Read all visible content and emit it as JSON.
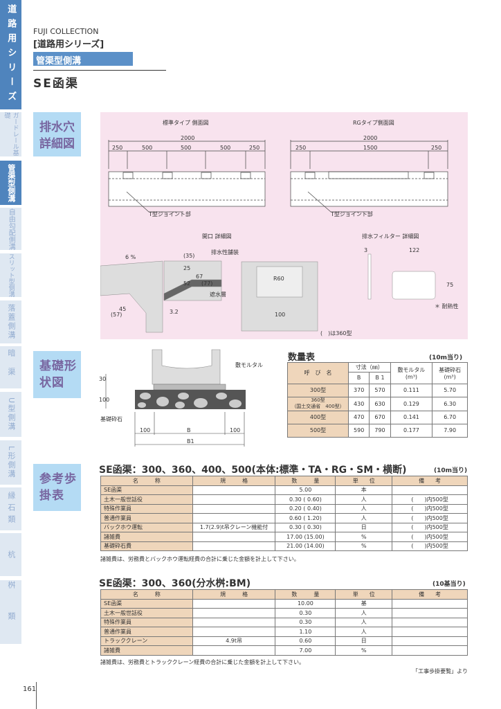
{
  "sidebar": {
    "tabs": [
      "道路用シリーズ",
      "ガードレール基礎",
      "管渠型側溝",
      "自由勾配側溝",
      "スリット型側溝",
      "落蓋側溝",
      "暗渠",
      "U型側溝",
      "L形側溝",
      "縁石類",
      "杭",
      "桝類"
    ]
  },
  "header": {
    "collection": "FUJI COLLECTION",
    "series": "[道路用シリーズ]",
    "category": "管渠型側溝",
    "title": "SE函渠"
  },
  "sections": {
    "drain": "排水穴詳細図",
    "foundation": "基礎形状図",
    "reference": "参考歩掛表"
  },
  "drain_panel": {
    "std_title": "標準タイプ 側面図",
    "rg_title": "RGタイプ側面図",
    "std_total": "2000",
    "std_dims": [
      "250",
      "500",
      "500",
      "500",
      "250"
    ],
    "rg_total": "2000",
    "rg_dims": [
      "250",
      "1500",
      "250"
    ],
    "joint": "T型ジョイント部",
    "opening_title": "開口 詳細図",
    "filter_title": "排水フィルター 詳細図",
    "slope": "6 %",
    "pave": "排水性舗装",
    "waterproof": "遮水層",
    "d35": "(35)",
    "d25": "25",
    "d67": "67",
    "d77": "(77)",
    "d52": "52",
    "d32": "3.2",
    "d45": "45",
    "d57": "(57)",
    "r60": "R60",
    "w100": "100",
    "f3": "3",
    "f122": "122",
    "f75": "75",
    "heat": "＊ 耐熱性",
    "note360": "(　)は360型"
  },
  "foundation": {
    "mortar": "敷モルタル",
    "gravel": "基礎砕石",
    "h30": "30",
    "h100": "100",
    "w100a": "100",
    "wB": "B",
    "w100b": "100",
    "wB1": "B1"
  },
  "qty": {
    "title": "数量表",
    "per": "(10m当り)",
    "h_name": "呼　び　名",
    "h_dim": "寸法（㎜）",
    "h_B": "B",
    "h_B1": "B 1",
    "h_mortar": "敷モルタル",
    "h_mortar_u": "(m³)",
    "h_gravel": "基礎砕石",
    "h_gravel_u": "(m³)",
    "rows": [
      {
        "name": "300型",
        "B": "370",
        "B1": "570",
        "m": "0.111",
        "g": "5.70"
      },
      {
        "name": "360型",
        "sub": "（国土交通省　400型）",
        "B": "430",
        "B1": "630",
        "m": "0.129",
        "g": "6.30"
      },
      {
        "name": "400型",
        "B": "470",
        "B1": "670",
        "m": "0.141",
        "g": "6.70"
      },
      {
        "name": "500型",
        "B": "590",
        "B1": "790",
        "m": "0.177",
        "g": "7.90"
      }
    ]
  },
  "table1": {
    "title": "SE函渠：300、360、400、500(本体:標準・TA・RG・SM・横断)",
    "per": "(10m当り)",
    "headers": [
      "名　　　称",
      "規　　　格",
      "数　　　量",
      "単　　位",
      "備　　考"
    ],
    "rows": [
      [
        "SE函渠",
        "",
        "5.00",
        "本",
        ""
      ],
      [
        "土木一般世話役",
        "",
        "0.30 (  0.60)",
        "人",
        "(　　)内500型"
      ],
      [
        "特殊作業員",
        "",
        "0.20 (  0.40)",
        "人",
        "(　　)内500型"
      ],
      [
        "普通作業員",
        "",
        "0.60 (  1.20)",
        "人",
        "(　　)内500型"
      ],
      [
        "バックホウ運転",
        "1.7(2.9)t吊クレーン機能付",
        "0.30 (  0.30)",
        "日",
        "(　　)内500型"
      ],
      [
        "諸雑費",
        "",
        "17.00 (15.00)",
        "%",
        "(　　)内500型"
      ],
      [
        "基礎砕石費",
        "",
        "21.00 (14.00)",
        "%",
        "(　　)内500型"
      ]
    ],
    "note": "諸雑費は、労務費とバックホウ運転経費の合計に乗じた金額を計上して下さい。"
  },
  "table2": {
    "title": "SE函渠：300、360(分水桝:BM)",
    "per": "(10基当り)",
    "headers": [
      "名　　　称",
      "規　　　格",
      "数　　　量",
      "単　　位",
      "備　　考"
    ],
    "rows": [
      [
        "SE函渠",
        "",
        "10.00",
        "基",
        ""
      ],
      [
        "土木一般世話役",
        "",
        "0.30",
        "人",
        ""
      ],
      [
        "特殊作業員",
        "",
        "0.30",
        "人",
        ""
      ],
      [
        "普通作業員",
        "",
        "1.10",
        "人",
        ""
      ],
      [
        "トラッククレーン",
        "4.9t吊",
        "0.60",
        "日",
        ""
      ],
      [
        "諸雑費",
        "",
        "7.00",
        "%",
        ""
      ]
    ],
    "note": "諸雑費は、労務費とトラッククレーン経費の合計に乗じた金額を計上して下さい。",
    "source": "「工事歩掛要覧」より"
  },
  "page_number": "161"
}
